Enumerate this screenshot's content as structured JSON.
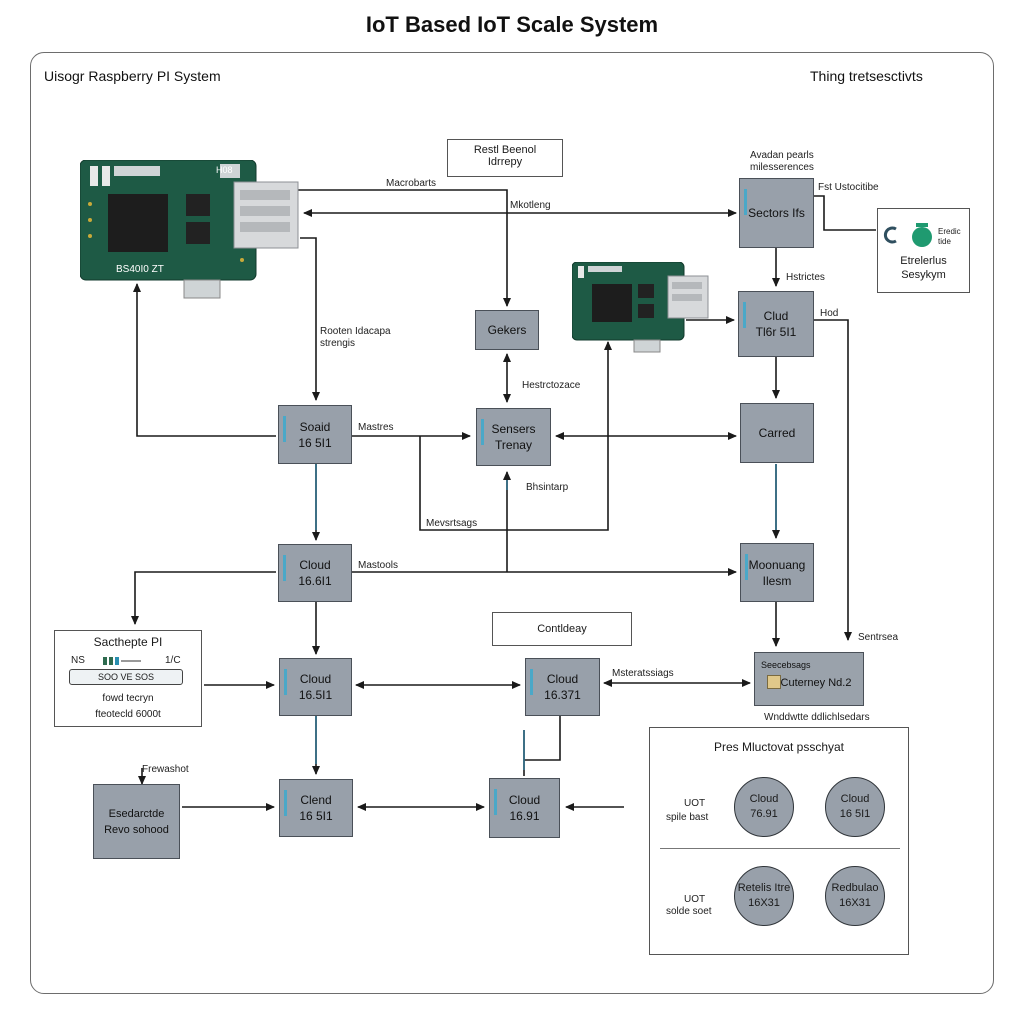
{
  "title": "IoT Based IoT Scale System",
  "header_left": "Uisogr Raspberry PI System",
  "header_right": "Thing tretsesctivts",
  "board1": {
    "label": "BS40I0 ZT",
    "chip_label": "H08"
  },
  "board2": {
    "label": ""
  },
  "top_box": {
    "line1": "Restl Beenol",
    "line2": "Idrrepy"
  },
  "nodes": {
    "sensors_top": {
      "line1": "Sectors Ifs",
      "line2": ""
    },
    "cloud_top": {
      "line1": "Clud",
      "line2": "Tl6r 5I1"
    },
    "gekers": {
      "line1": "Gekers",
      "line2": ""
    },
    "soaid": {
      "line1": "Soaid",
      "line2": "16 5I1"
    },
    "sensors_mid": {
      "line1": "Sensers",
      "line2": "Trenay"
    },
    "carred": {
      "line1": "Carred",
      "line2": ""
    },
    "cloud_1": {
      "line1": "Cloud",
      "line2": "16.6I1"
    },
    "monuang": {
      "line1": "Moonuang",
      "line2": "Ilesm"
    },
    "cloud_2": {
      "line1": "Cloud",
      "line2": "16.5I1"
    },
    "cloud_3": {
      "line1": "Cloud",
      "line2": "16.371"
    },
    "clend": {
      "line1": "Clend",
      "line2": "16 5I1"
    },
    "cloud_4": {
      "line1": "Cloud",
      "line2": "16.91"
    },
    "bottom_left": {
      "line1": "Esedarctde",
      "line2": "Revo sohood"
    }
  },
  "labels": {
    "macrobarts": "Macrobarts",
    "mkotleng": "Mkotleng",
    "avadan_1": "Avadan pearls",
    "avadan_2": "milesserences",
    "fst": "Fst Ustocitibe",
    "hstrictes": "Hstrictes",
    "hod": "Hod",
    "rodn_1": "Rooten Idacapa",
    "rodn_2": "strengis",
    "hestrctozace": "Hestrctozace",
    "mastres": "Mastres",
    "bhstritrp": "Bhsintarp",
    "mevstrtags": "Mevsrtsags",
    "mastools": "Mastools",
    "sentrsea": "Sentrsea",
    "mstoracasges": "Msteratssiags",
    "frewashot": "Frewashot",
    "wnddwte": "Wnddwtte ddlichlsedars"
  },
  "thing_box": {
    "line1": "Etrelerlus",
    "line2": "Sesykym",
    "icon_text1": "Eredic",
    "icon_text2": "tide"
  },
  "scale_panel": {
    "title": "Sacthepte PI",
    "left": "NS",
    "right": "1/C",
    "value": "SOO VE SOS",
    "line1": "fowd tecryn",
    "line2": "fteotecld 6000t"
  },
  "center_box": {
    "label": "Contldeay"
  },
  "sensor_card": {
    "top": "Seecebsags",
    "main": "Cuterney Nd.2"
  },
  "right_panel": {
    "title": "Pres Mluctovat psschyat",
    "row1_label1": "UOT",
    "row1_label2": "spile bast",
    "row2_label1": "UOT",
    "row2_label2": "solde soet",
    "c1": {
      "line1": "Cloud",
      "line2": "76.91"
    },
    "c2": {
      "line1": "Cloud",
      "line2": "16 5I1"
    },
    "c3": {
      "line1": "Retelis Itre",
      "line2": "16X31"
    },
    "c4": {
      "line1": "Redbulao",
      "line2": "16X31"
    }
  }
}
